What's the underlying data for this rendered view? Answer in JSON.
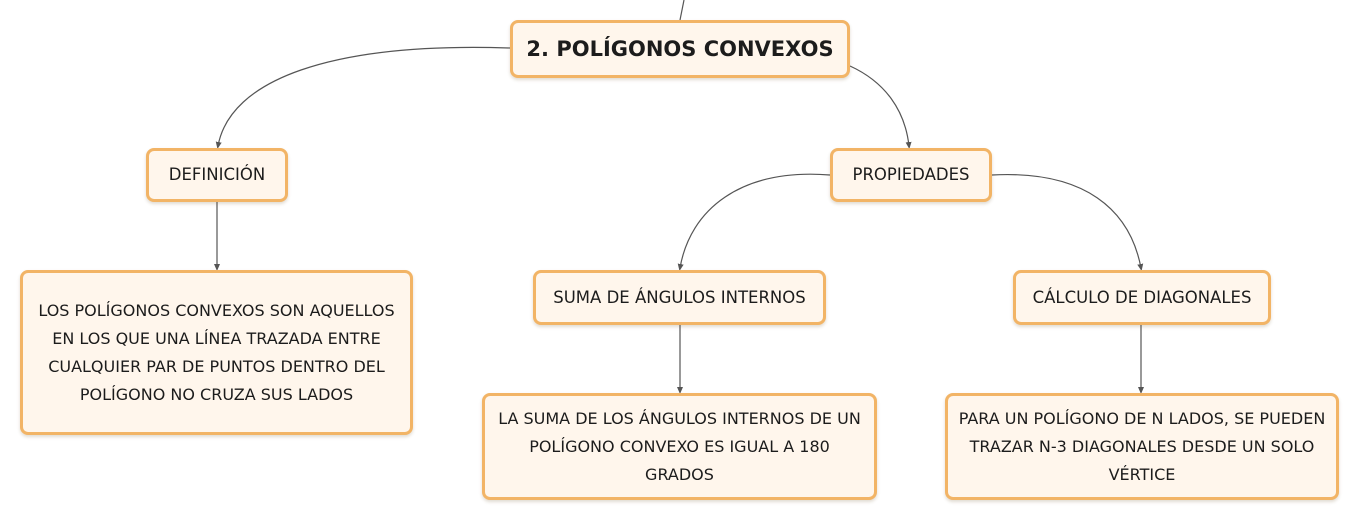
{
  "diagram": {
    "root": {
      "label": "2. POLÍGONOS CONVEXOS"
    },
    "definicion": {
      "label": "DEFINICIÓN",
      "detail": "LOS POLÍGONOS CONVEXOS SON AQUELLOS EN LOS QUE UNA LÍNEA TRAZADA ENTRE CUALQUIER PAR DE PUNTOS DENTRO DEL POLÍGONO NO CRUZA SUS LADOS"
    },
    "propiedades": {
      "label": "PROPIEDADES",
      "suma": {
        "label": "SUMA DE ÁNGULOS INTERNOS",
        "detail": "LA SUMA DE LOS ÁNGULOS INTERNOS DE UN POLÍGONO CONVEXO ES IGUAL A 180 GRADOS"
      },
      "diagonales": {
        "label": "CÁLCULO DE DIAGONALES",
        "detail": "PARA UN POLÍGONO DE N LADOS, SE PUEDEN TRAZAR N-3 DIAGONALES DESDE UN SOLO VÉRTICE"
      }
    }
  },
  "colors": {
    "node_fill": "#fff6ec",
    "node_border": "#f2b466",
    "connector": "#555555"
  }
}
